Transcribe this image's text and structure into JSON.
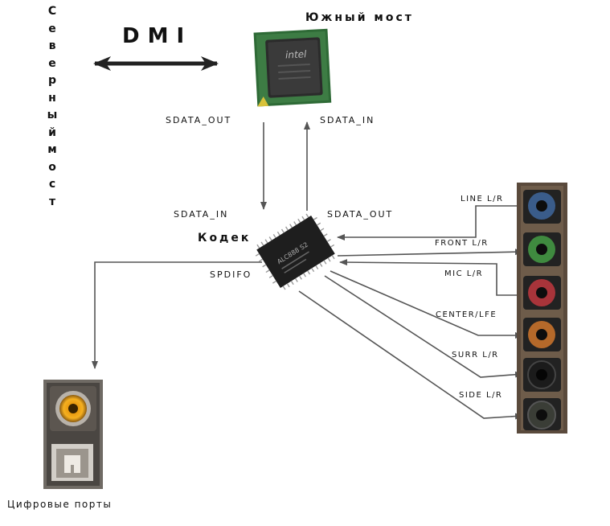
{
  "labels": {
    "north_bridge": "Северный мост",
    "south_bridge": "Южный мост",
    "dmi": "DMI",
    "codec": "Кодек",
    "south_sdata_out": "SDATA_OUT",
    "south_sdata_in": "SDATA_IN",
    "codec_sdata_in": "SDATA_IN",
    "codec_sdata_out": "SDATA_OUT",
    "spdifo": "SPDIFO",
    "digital_ports": "Цифровые порты"
  },
  "jacks": [
    {
      "label": "LINE L/R",
      "color": "#3a5c8a"
    },
    {
      "label": "FRONT L/R",
      "color": "#3f8a3f"
    },
    {
      "label": "MIC L/R",
      "color": "#a8343a"
    },
    {
      "label": "CENTER/LFE",
      "color": "#b5692a"
    },
    {
      "label": "SURR L/R",
      "color": "#1b1b1b"
    },
    {
      "label": "SIDE L/R",
      "color": "#3a3d36"
    }
  ],
  "chip_text": {
    "south_bridge_logo": "intel",
    "codec_marking": "ALC888 S2"
  }
}
